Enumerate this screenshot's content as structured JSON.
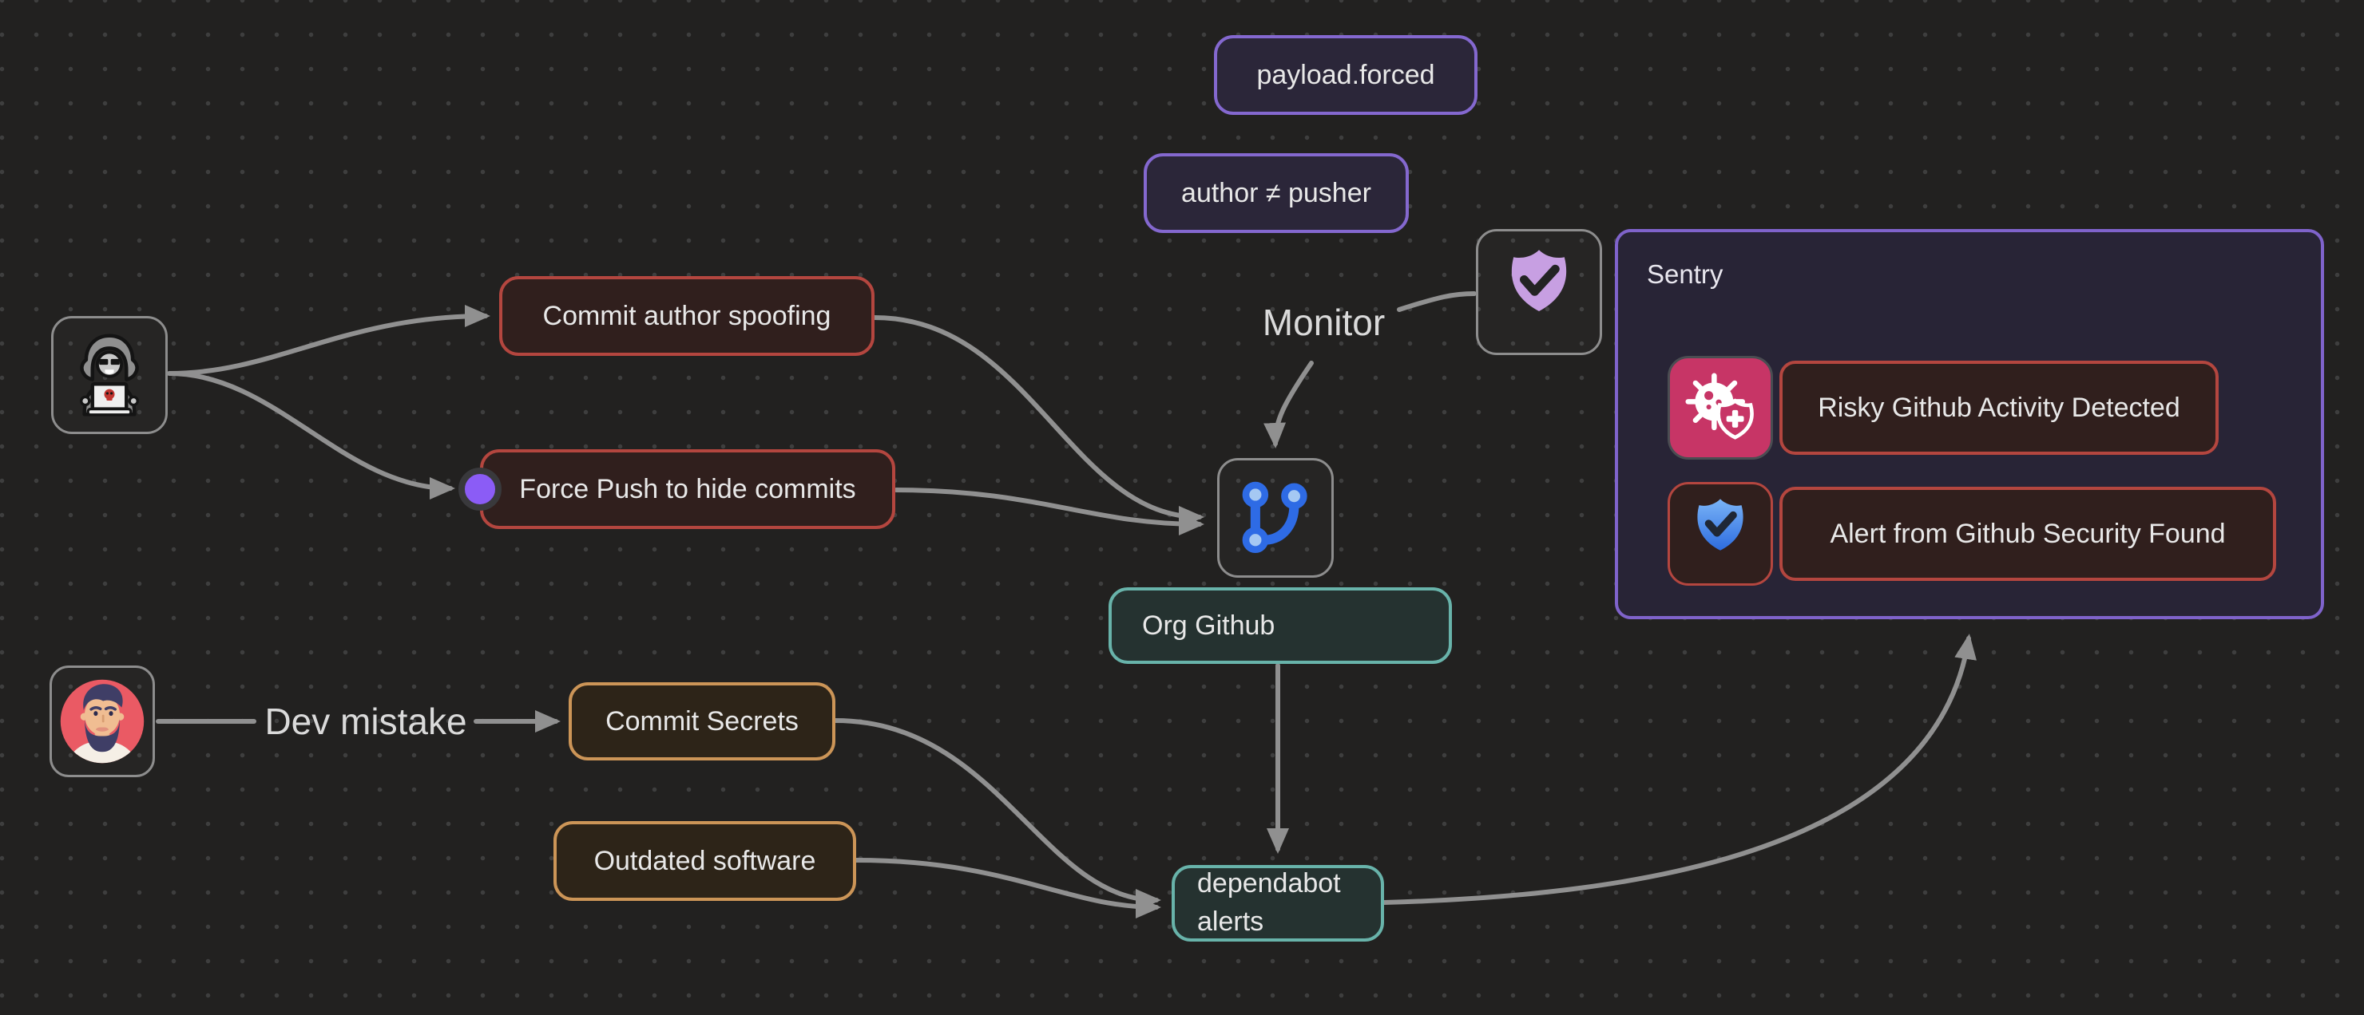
{
  "diagram": {
    "background": {
      "color": "#222120",
      "dot_color": "#3e3e3e"
    },
    "edge_color": "#909090",
    "accents": {
      "purple": "#8468cf",
      "red": "#b4463f",
      "orange": "#cc9557",
      "teal": "#68b3aa",
      "anchor_dot": "#8b5cf6",
      "git_blue": "#2e6be5",
      "shield_purple": "#c79fe2",
      "alert_pink": "#c73566",
      "alert_blue": "#3b82f6"
    },
    "nodes": {
      "payload_forced": {
        "label": "payload.forced"
      },
      "author_pusher": {
        "label": "author ≠ pusher"
      },
      "commit_author_spoofing": {
        "label": "Commit author spoofing"
      },
      "force_push": {
        "label": "Force Push to hide commits"
      },
      "commit_secrets": {
        "label": "Commit Secrets"
      },
      "outdated_software": {
        "label": "Outdated software"
      },
      "org_github": {
        "label": "Org Github"
      },
      "dependabot_alerts": {
        "label": "dependabot alerts"
      },
      "monitor": {
        "label": "Monitor"
      },
      "dev_mistake": {
        "label": "Dev mistake"
      }
    },
    "icons": {
      "hacker": "hacker-laptop-skull",
      "developer": "developer-avatar",
      "shield_monitor": "purple-shield-check",
      "github_repo": "git-branch",
      "risky_activity": "virus-shield",
      "github_security": "blue-shield-check"
    },
    "sentry": {
      "title": "Sentry",
      "alerts": [
        {
          "label": "Risky Github Activity Detected"
        },
        {
          "label": "Alert from Github Security Found"
        }
      ]
    }
  }
}
